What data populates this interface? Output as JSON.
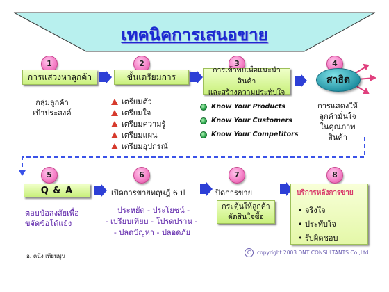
{
  "title": "เทคนิคการเสนอขาย",
  "colors": {
    "title": "#1a2ad0",
    "banner_fill": "#b8f0ee",
    "box_fill": "#c9f07c",
    "accent_blue": "#2d3fd6",
    "circle_pink": "#f582c8",
    "dash_blue": "#3a52e8",
    "bullet_red": "#d63a2c",
    "bullet_green": "#1e9a40"
  },
  "steps": [
    {
      "number": "1",
      "label": "การแสวงหาลูกค้า",
      "detail": [
        "กลุ่มลูกค้า",
        "เป้าประสงค์"
      ]
    },
    {
      "number": "2",
      "label": "ขั้นเตรียมการ",
      "items": [
        "เตรียมตัว",
        "เตรียมใจ",
        "เตรียมความรู้",
        "เตรียมแผน",
        "เตรียมอุปกรณ์"
      ]
    },
    {
      "number": "3",
      "label_lines": [
        "การเข้าพบเพื่อแนะนำสินค้า",
        "และสร้างความประทับใจ"
      ],
      "items": [
        "Know Your Products",
        "Know Your Customers",
        "Know Your Competitors"
      ]
    },
    {
      "number": "4",
      "label": "สาธิต",
      "detail": [
        "การแสดงให้",
        "ลูกค้ามั่นใจ",
        "ในคุณภาพ",
        "สินค้า"
      ]
    },
    {
      "number": "5",
      "label": "Q & A",
      "detail": [
        "ตอบข้อสงสัยเพื่อ",
        "ขจัดข้อโต้แย้ง"
      ]
    },
    {
      "number": "6",
      "label": "เปิดการขายทฤษฎี 6 ป",
      "lines": [
        "ประหยัด - ประโยชน์ -",
        "- เปรียบเทียบ - โปรดปราน -",
        "- ปลดปัญหา - ปลอดภัย"
      ]
    },
    {
      "number": "7",
      "label": "ปิดการขาย",
      "box_lines": [
        "กระตุ้นให้ลูกค้า",
        "ตัดสินใจซื้อ"
      ]
    },
    {
      "number": "8",
      "heading": "บริการหลังการขาย",
      "items": [
        "• จริงใจ",
        "• ประทับใจ",
        "• รับผิดชอบ"
      ]
    }
  ],
  "footer": {
    "author": "อ. คนึง  เทียนพูน",
    "copyright_symbol": "C",
    "copyright": "copyright 2003 DNT CONSULTANTS Co.,Ltd"
  }
}
